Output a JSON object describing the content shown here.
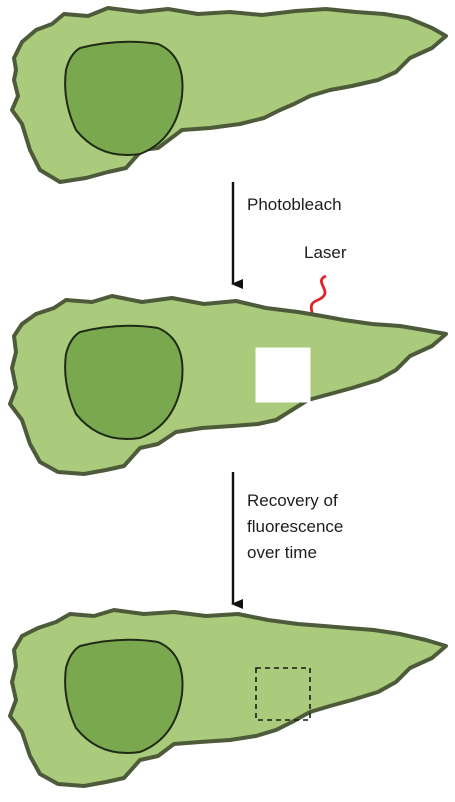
{
  "steps": {
    "photobleach": "Photobleach",
    "laser": "Laser",
    "recovery_lines": [
      "Recovery of",
      "fluorescence",
      "over time"
    ]
  },
  "colors": {
    "cytoplasm": "#a9cb7b",
    "cell_outline": "#4e5b3a",
    "nucleus": "#7aa84f",
    "nucleus_outline": "#1f2a14",
    "laser": "#e0232b",
    "bleached_spot": "#ffffff",
    "arrow": "#111111"
  },
  "icons": {
    "laser_beam": "wavy-arrow-icon",
    "process_arrow": "down-arrow-icon"
  }
}
